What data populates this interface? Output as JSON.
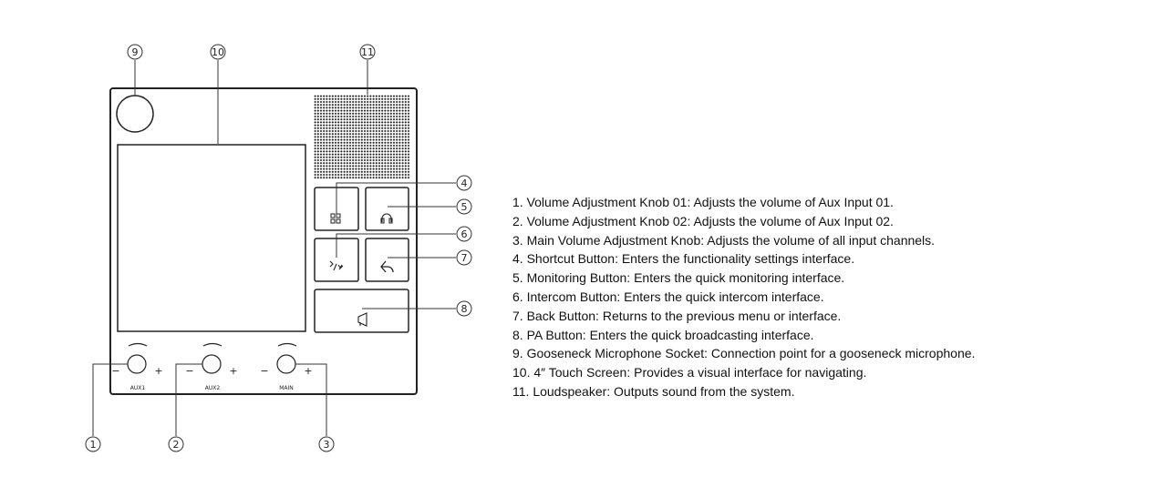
{
  "callouts": [
    "1",
    "2",
    "3",
    "4",
    "5",
    "6",
    "7",
    "8",
    "9",
    "10",
    "11"
  ],
  "knobs": [
    {
      "label": "AUX1",
      "minus": "−",
      "plus": "+"
    },
    {
      "label": "AUX2",
      "minus": "−",
      "plus": "+"
    },
    {
      "label": "MAIN",
      "minus": "−",
      "plus": "+"
    }
  ],
  "icons": {
    "shortcut": "grid-icon",
    "monitoring": "headphones-icon",
    "intercom": "intercom-icon",
    "back": "back-arrow-icon",
    "pa": "megaphone-icon",
    "socket": "microphone-socket-icon",
    "speaker": "speaker-grille-icon"
  },
  "legend": [
    "1. Volume Adjustment Knob 01: Adjusts the volume of Aux Input 01.",
    "2. Volume Adjustment Knob 02: Adjusts the volume of Aux Input 02.",
    "3. Main Volume Adjustment Knob: Adjusts the volume of all input channels.",
    "4. Shortcut Button: Enters the functionality settings interface.",
    "5. Monitoring Button: Enters the quick monitoring interface.",
    "6. Intercom Button: Enters the quick intercom interface.",
    "7. Back Button: Returns to the previous menu or interface.",
    "8. PA Button: Enters the quick broadcasting interface.",
    "9. Gooseneck Microphone Socket: Connection point for a gooseneck microphone.",
    "10. 4″ Touch Screen: Provides a visual interface for navigating.",
    "11. Loudspeaker: Outputs sound from the system."
  ]
}
